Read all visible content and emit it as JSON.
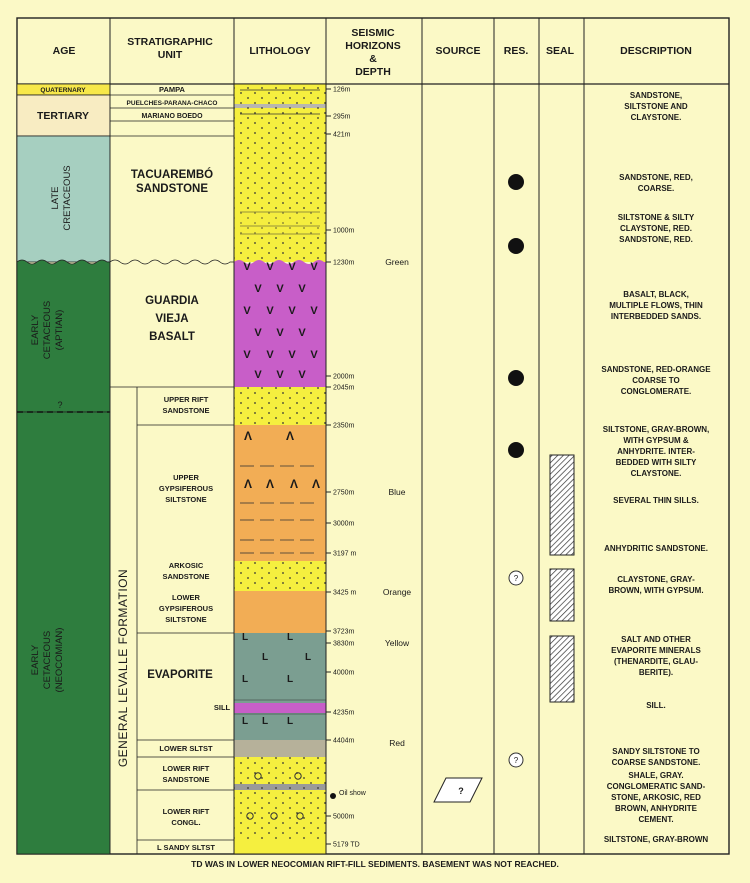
{
  "headers": {
    "age": "AGE",
    "strat": [
      "STRATIGRAPHIC",
      "UNIT"
    ],
    "lith": "LITHOLOGY",
    "seis": [
      "SEISMIC",
      "HORIZONS",
      "&",
      "DEPTH"
    ],
    "source": "SOURCE",
    "res": "RES.",
    "seal": "SEAL",
    "desc": "DESCRIPTION"
  },
  "ages": {
    "quaternary": "QUATERNARY",
    "tertiary": "TERTIARY",
    "late": [
      "LATE",
      "CRETACEOUS"
    ],
    "aptian": [
      "EARLY",
      "CETACEOUS",
      "(APTIAN)"
    ],
    "query": "?",
    "neocomian": [
      "EARLY",
      "CETACEOUS",
      "(NEOCOMIAN)"
    ]
  },
  "units": {
    "pampa": "PAMPA",
    "puelches": "PUELCHES-PARANA-CHACO",
    "mariano": "MARIANO BOEDO",
    "tacuarembo": [
      "TACUAREMBÓ",
      "SANDSTONE"
    ],
    "guardia": [
      "GUARDIA",
      "VIEJA",
      "BASALT"
    ],
    "formation": "GENERAL LEVALLE FORMATION",
    "upper_rift": [
      "UPPER RIFT",
      "SANDSTONE"
    ],
    "upper_gyps": [
      "UPPER",
      "GYPSIFEROUS",
      "SILTSTONE"
    ],
    "arkosic": [
      "ARKOSIC",
      "SANDSTONE"
    ],
    "lower_gyps": [
      "LOWER",
      "GYPSIFEROUS",
      "SILTSTONE"
    ],
    "evaporite": "EVAPORITE",
    "sill": "SILL",
    "lower_sltst": "LOWER SLTST",
    "lower_rift_sst": [
      "LOWER RIFT",
      "SANDSTONE"
    ],
    "lower_rift_congl": [
      "LOWER RIFT",
      "CONGL."
    ],
    "l_sandy": "L SANDY SLTST"
  },
  "depths": [
    "126m",
    "295m",
    "421m",
    "1000m",
    "1230m",
    "2000m",
    "2045m",
    "2350m",
    "2750m",
    "3000m",
    "3197 m",
    "3425 m",
    "3723m",
    "3830m",
    "4000m",
    "4235m",
    "4404m",
    "5000m",
    "5179 TD"
  ],
  "horizons": {
    "green": "Green",
    "blue": "Blue",
    "orange": "Orange",
    "yellow": "Yellow",
    "red": "Red"
  },
  "oil_show": "Oil show",
  "source_mark": "?",
  "res_query": "?",
  "descriptions": [
    [
      "SANDSTONE,",
      "SILTSTONE AND",
      "CLAYSTONE."
    ],
    [
      "SANDSTONE, RED,",
      "COARSE."
    ],
    [
      "SILTSTONE & SILTY",
      "CLAYSTONE, RED.",
      "SANDSTONE, RED."
    ],
    [
      "BASALT, BLACK,",
      "MULTIPLE FLOWS, THIN",
      "INTERBEDDED SANDS."
    ],
    [
      "SANDSTONE, RED-ORANGE",
      "COARSE TO",
      "CONGLOMERATE."
    ],
    [
      "SILTSTONE, GRAY-BROWN,",
      "WITH GYPSUM &",
      "ANHYDRITE.  INTER-",
      "BEDDED WITH SILTY",
      "CLAYSTONE."
    ],
    [
      "SEVERAL THIN SILLS."
    ],
    [
      "ANHYDRITIC SANDSTONE."
    ],
    [
      "CLAYSTONE, GRAY-",
      "BROWN, WITH GYPSUM."
    ],
    [
      "SALT AND OTHER",
      "EVAPORITE MINERALS",
      "(THENARDITE, GLAU-",
      "BERITE)."
    ],
    [
      "SILL."
    ],
    [
      "SANDY SILTSTONE TO",
      "COARSE SANDSTONE."
    ],
    [
      "SHALE, GRAY.",
      "CONGLOMERATIC SAND-",
      "STONE, ARKOSIC, RED",
      "BROWN, ANHYDRITE",
      "CEMENT."
    ],
    [
      "SILTSTONE, GRAY-BROWN"
    ]
  ],
  "footer": "TD WAS IN LOWER NEOCOMIAN RIFT-FILL SEDIMENTS.  BASEMENT WAS NOT REACHED.",
  "colors": {
    "background": "#fbf9c6",
    "quaternary": "#f7e84a",
    "tertiary": "#f8ecc2",
    "late_cretaceous": "#a6cfc0",
    "early_cretaceous": "#2e7d3e",
    "sandstone": "#f5ef3f",
    "basalt": "#c85ec8",
    "gypsiferous": "#f2ad55",
    "evaporite": "#7b9e91",
    "siltstone": "#b6b19a"
  }
}
